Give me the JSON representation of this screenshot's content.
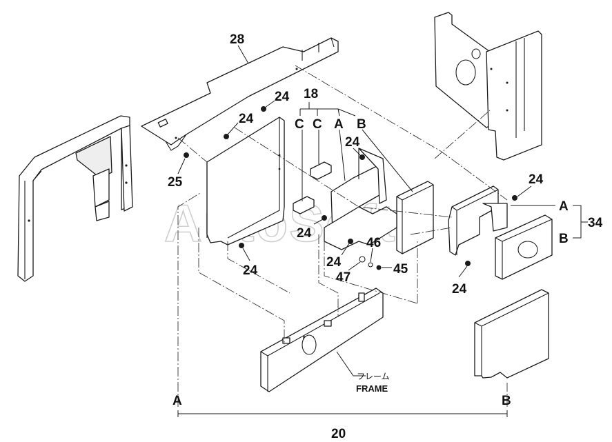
{
  "watermark": "AutoSoft",
  "callouts": {
    "c28": "28",
    "c18": "18",
    "c24_a": "24",
    "c24_b": "24",
    "c24_c": "24",
    "c24_d": "24",
    "c24_e": "24",
    "c24_f": "24",
    "c24_g": "24",
    "c24_h": "24",
    "c25": "25",
    "c46": "46",
    "c47": "47",
    "c45": "45",
    "c34": "34",
    "c20": "20"
  },
  "letters": {
    "c1": "C",
    "c2": "C",
    "a_top": "A",
    "b_top": "B",
    "a_right": "A",
    "b_right": "B",
    "a_bottom": "A",
    "b_bottom": "B"
  },
  "frame_label": {
    "jp": "フレーム",
    "en": "FRAME"
  }
}
